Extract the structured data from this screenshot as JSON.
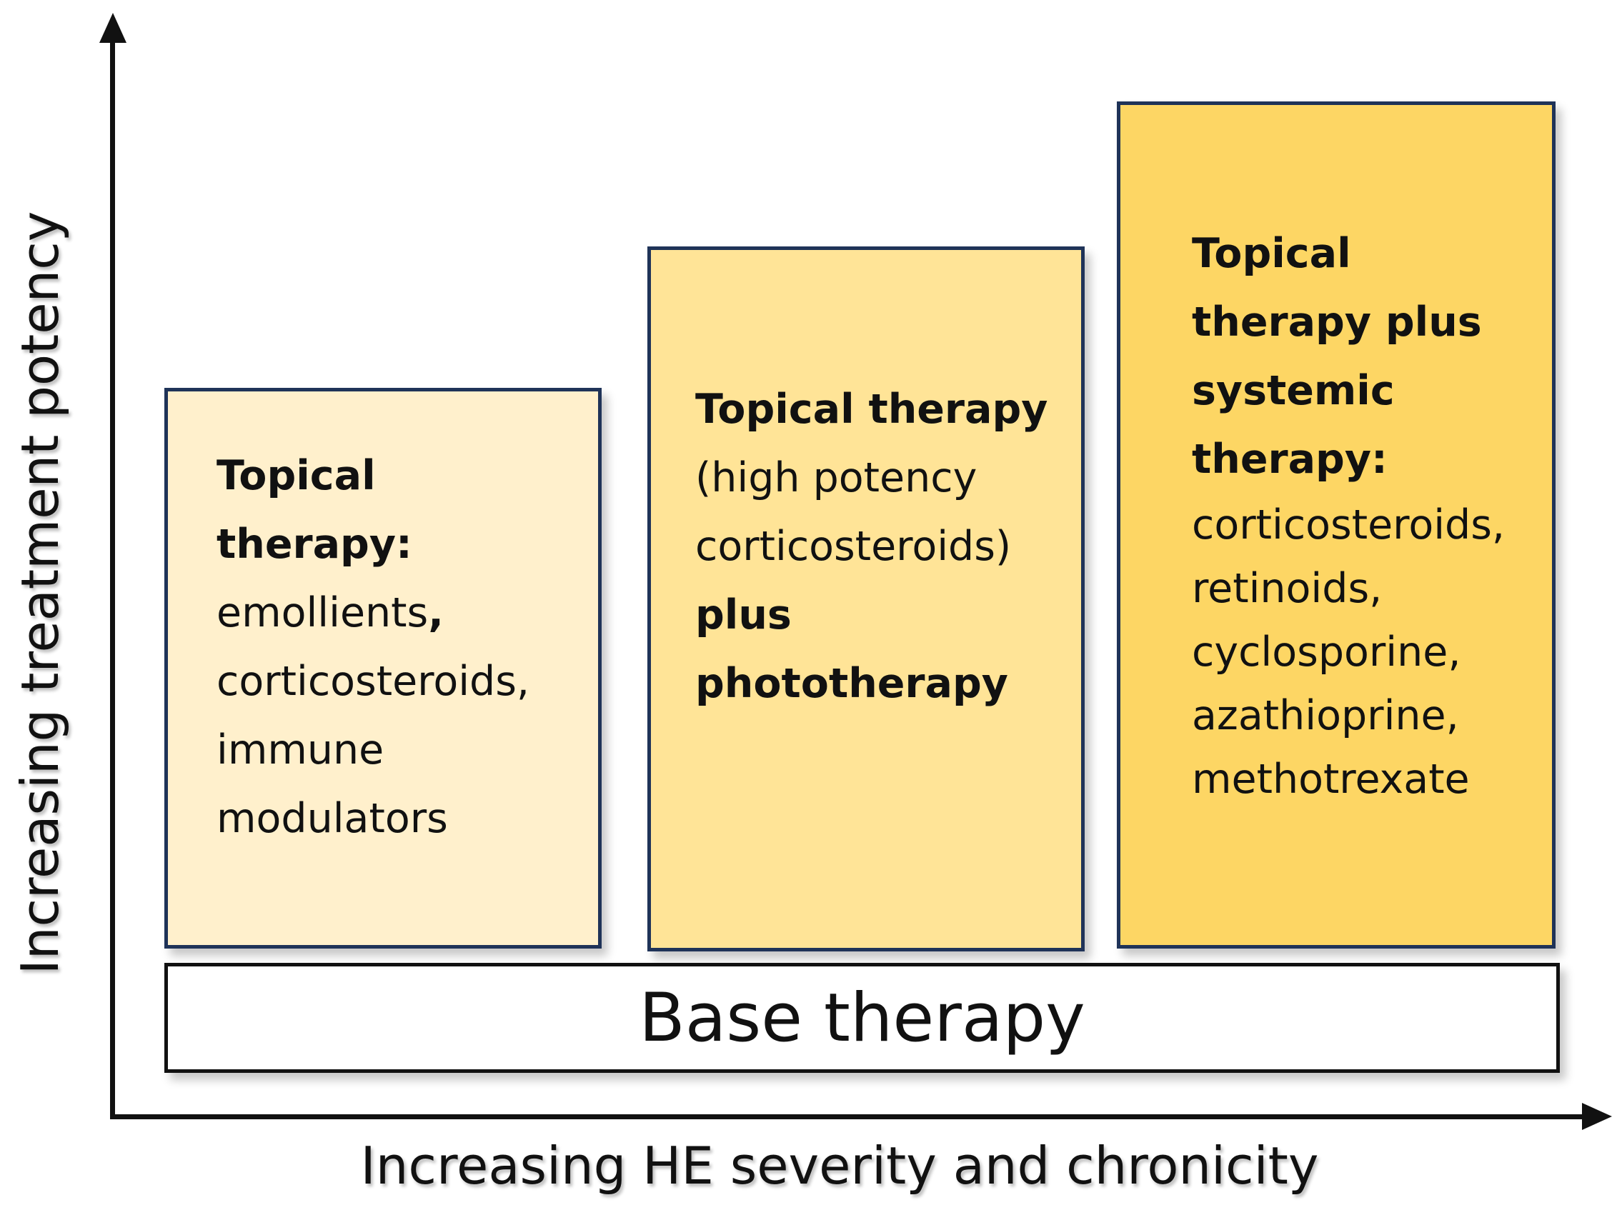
{
  "diagram": {
    "y_axis_label": "Increasing treatment potency",
    "x_axis_label": "Increasing HE severity and chronicity",
    "base_box": {
      "label": "Base therapy"
    },
    "boxes": [
      {
        "lines": [
          {
            "text": "Topical",
            "bold": true
          },
          {
            "text": "therapy:",
            "bold": true
          },
          {
            "text": "emollients",
            "bold": false,
            "suffix_bold": ","
          },
          {
            "text": "corticosteroids,",
            "bold": false
          },
          {
            "text": "immune",
            "bold": false
          },
          {
            "text": "modulators",
            "bold": false
          }
        ],
        "color": "#fff0cc"
      },
      {
        "lines": [
          {
            "text": "Topical therapy",
            "bold": true
          },
          {
            "text": "(high potency",
            "bold": false
          },
          {
            "text": "corticosteroids)",
            "bold": false
          },
          {
            "text": "plus",
            "bold": true
          },
          {
            "text": "phototherapy",
            "bold": true
          }
        ],
        "color": "#ffe497"
      },
      {
        "lines": [
          {
            "text": "Topical",
            "bold": true
          },
          {
            "text": "therapy plus",
            "bold": true
          },
          {
            "text": "systemic",
            "bold": true
          },
          {
            "text": "therapy:",
            "bold": true
          },
          {
            "text": "corticosteroids,",
            "bold": false
          },
          {
            "text": "retinoids,",
            "bold": false
          },
          {
            "text": "cyclosporine,",
            "bold": false
          },
          {
            "text": "azathioprine,",
            "bold": false
          },
          {
            "text": "methotrexate",
            "bold": false
          }
        ],
        "color": "#fdd664"
      }
    ],
    "border_color": "#1f3358"
  }
}
